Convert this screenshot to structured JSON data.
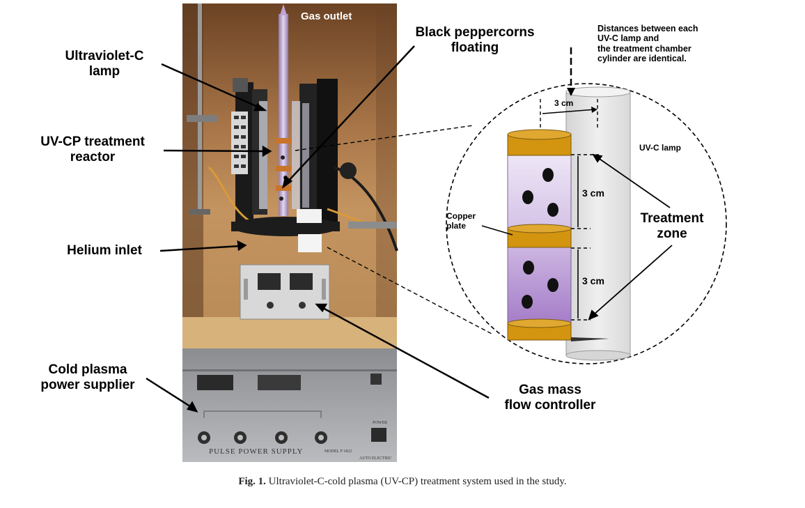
{
  "labels": {
    "gas_outlet": "Gas outlet",
    "uvc_lamp_photo": "Ultraviolet-C\nlamp",
    "peppercorns": "Black peppercorns\nfloating",
    "reactor": "UV-CP treatment\nreactor",
    "helium_inlet": "Helium inlet",
    "power_supplier": "Cold plasma\npower supplier",
    "gas_mass_flow": "Gas mass\nflow controller",
    "distances_note": "Distances between each\nUV-C lamp and\nthe treatment chamber\ncylinder are identical.",
    "dist_3cm": "3 cm",
    "uvc_lamp_detail": "UV-C lamp",
    "zone_3cm_top": "3 cm",
    "zone_3cm_bottom": "3 cm",
    "copper_plate": "Copper\nplate",
    "treatment_zone": "Treatment\nzone"
  },
  "photo_text": {
    "pulse_power_supply": "PULSE POWER SUPPLY",
    "model": "MODEL P 1822",
    "auto_electric": "AUTO ELECTRIC",
    "power": "POWER"
  },
  "caption": {
    "fig_label": "Fig. 1.",
    "text": "Ultraviolet-C-cold plasma (UV-CP) treatment system used in the study."
  },
  "colors": {
    "copper": "#d39410",
    "chamber_top": "#ece4f4",
    "chamber_bottom": "#a77fc9",
    "lamp": "#e6e6e6",
    "cabinet_wood": "#b98a52"
  }
}
